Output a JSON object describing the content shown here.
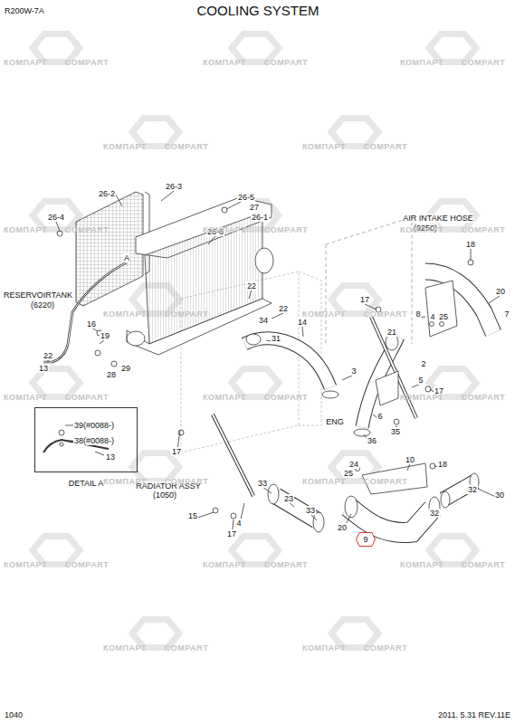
{
  "diagram": {
    "title": "COOLING SYSTEM",
    "nodes": [
      {
        "text": [
          "DETAIL A"
        ]
      },
      {
        "text": [
          "9"
        ]
      }
    ],
    "labels": [
      "R200W-7A",
      "1040",
      "2011. 5.31 REV.11E",
      "26-2",
      "26-3",
      "26-5",
      "27",
      "26-1",
      "26-4",
      "26-6",
      "A",
      "AIR INTAKE HOSE",
      "(9250)",
      "18",
      "RESERVOIRTANK",
      "(6220)",
      "22",
      "20",
      "17",
      "7",
      "22",
      "8",
      "4",
      "25",
      "34",
      "14",
      "16",
      "21",
      "19",
      "31",
      "22",
      "13",
      "29",
      "28",
      "2",
      "3",
      "5",
      "17",
      "6",
      "ENG",
      "35",
      "36",
      "39(#0088-)",
      "38(#0088-)",
      "13",
      "17",
      "10",
      "24",
      "18",
      "25",
      "RADIATOR ASSY",
      "(1050)",
      "33",
      "23",
      "32",
      "30",
      "33",
      "20",
      "32",
      "15",
      "4",
      "17",
      "КОМПАРТ",
      "COMPART",
      "КОМПАРТ",
      "COMPART",
      "КОМПАРТ",
      "COMPART",
      "КОМПАРТ",
      "COMPART",
      "КОМПАРТ",
      "COMPART",
      "КОМПАРТ",
      "COMPART",
      "КОМПАРТ",
      "COMPART",
      "КОМПАРТ",
      "COMPART",
      "КОМПАРТ",
      "COMPART",
      "КОМПАРТ",
      "COMPART",
      "КОМПАРТ",
      "COMPART",
      "КОМПАРТ",
      "COMPART",
      "КОМПАРТ",
      "COMPART",
      "КОМПАРТ",
      "COMPART",
      "КОМПАРТ",
      "COMPART",
      "КОМПАРТ",
      "COMPART",
      "КОМПАРТ",
      "COMPART",
      "КОМПАРТ",
      "COMPART",
      "КОМПАРТ",
      "COMPART",
      "КОМПАРТ",
      "COMPART"
    ]
  }
}
